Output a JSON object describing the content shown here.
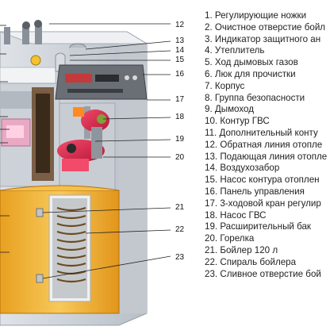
{
  "callout_numbers": [
    "12",
    "13",
    "14",
    "15",
    "16",
    "17",
    "18",
    "19",
    "20",
    "21",
    "22",
    "23"
  ],
  "legend": [
    "1. Регулирующие ножки",
    "2. Очистное отверстие бойл",
    "3. Индикатор защитного ан",
    "4. Утеплитель",
    "5. Ход дымовых газов",
    "6. Люк для прочистки",
    "7. Корпус",
    "8. Группа безопасности",
    "9. Дымоход",
    "10. Контур ГВС",
    "11. Дополнительный конту",
    "12. Обратная линия отопле",
    "13. Подающая линия отопле",
    "14. Воздухозабор",
    "15. Насос контура отоплен",
    "16. Панель управления",
    "17. 3-ходовой кран регулир",
    "18. Насос ГВС",
    "19. Расширительный бак",
    "20. Горелка",
    "21. Бойлер 120 л",
    "22. Спираль бойлера",
    "23. Сливное отверстие бой"
  ]
}
